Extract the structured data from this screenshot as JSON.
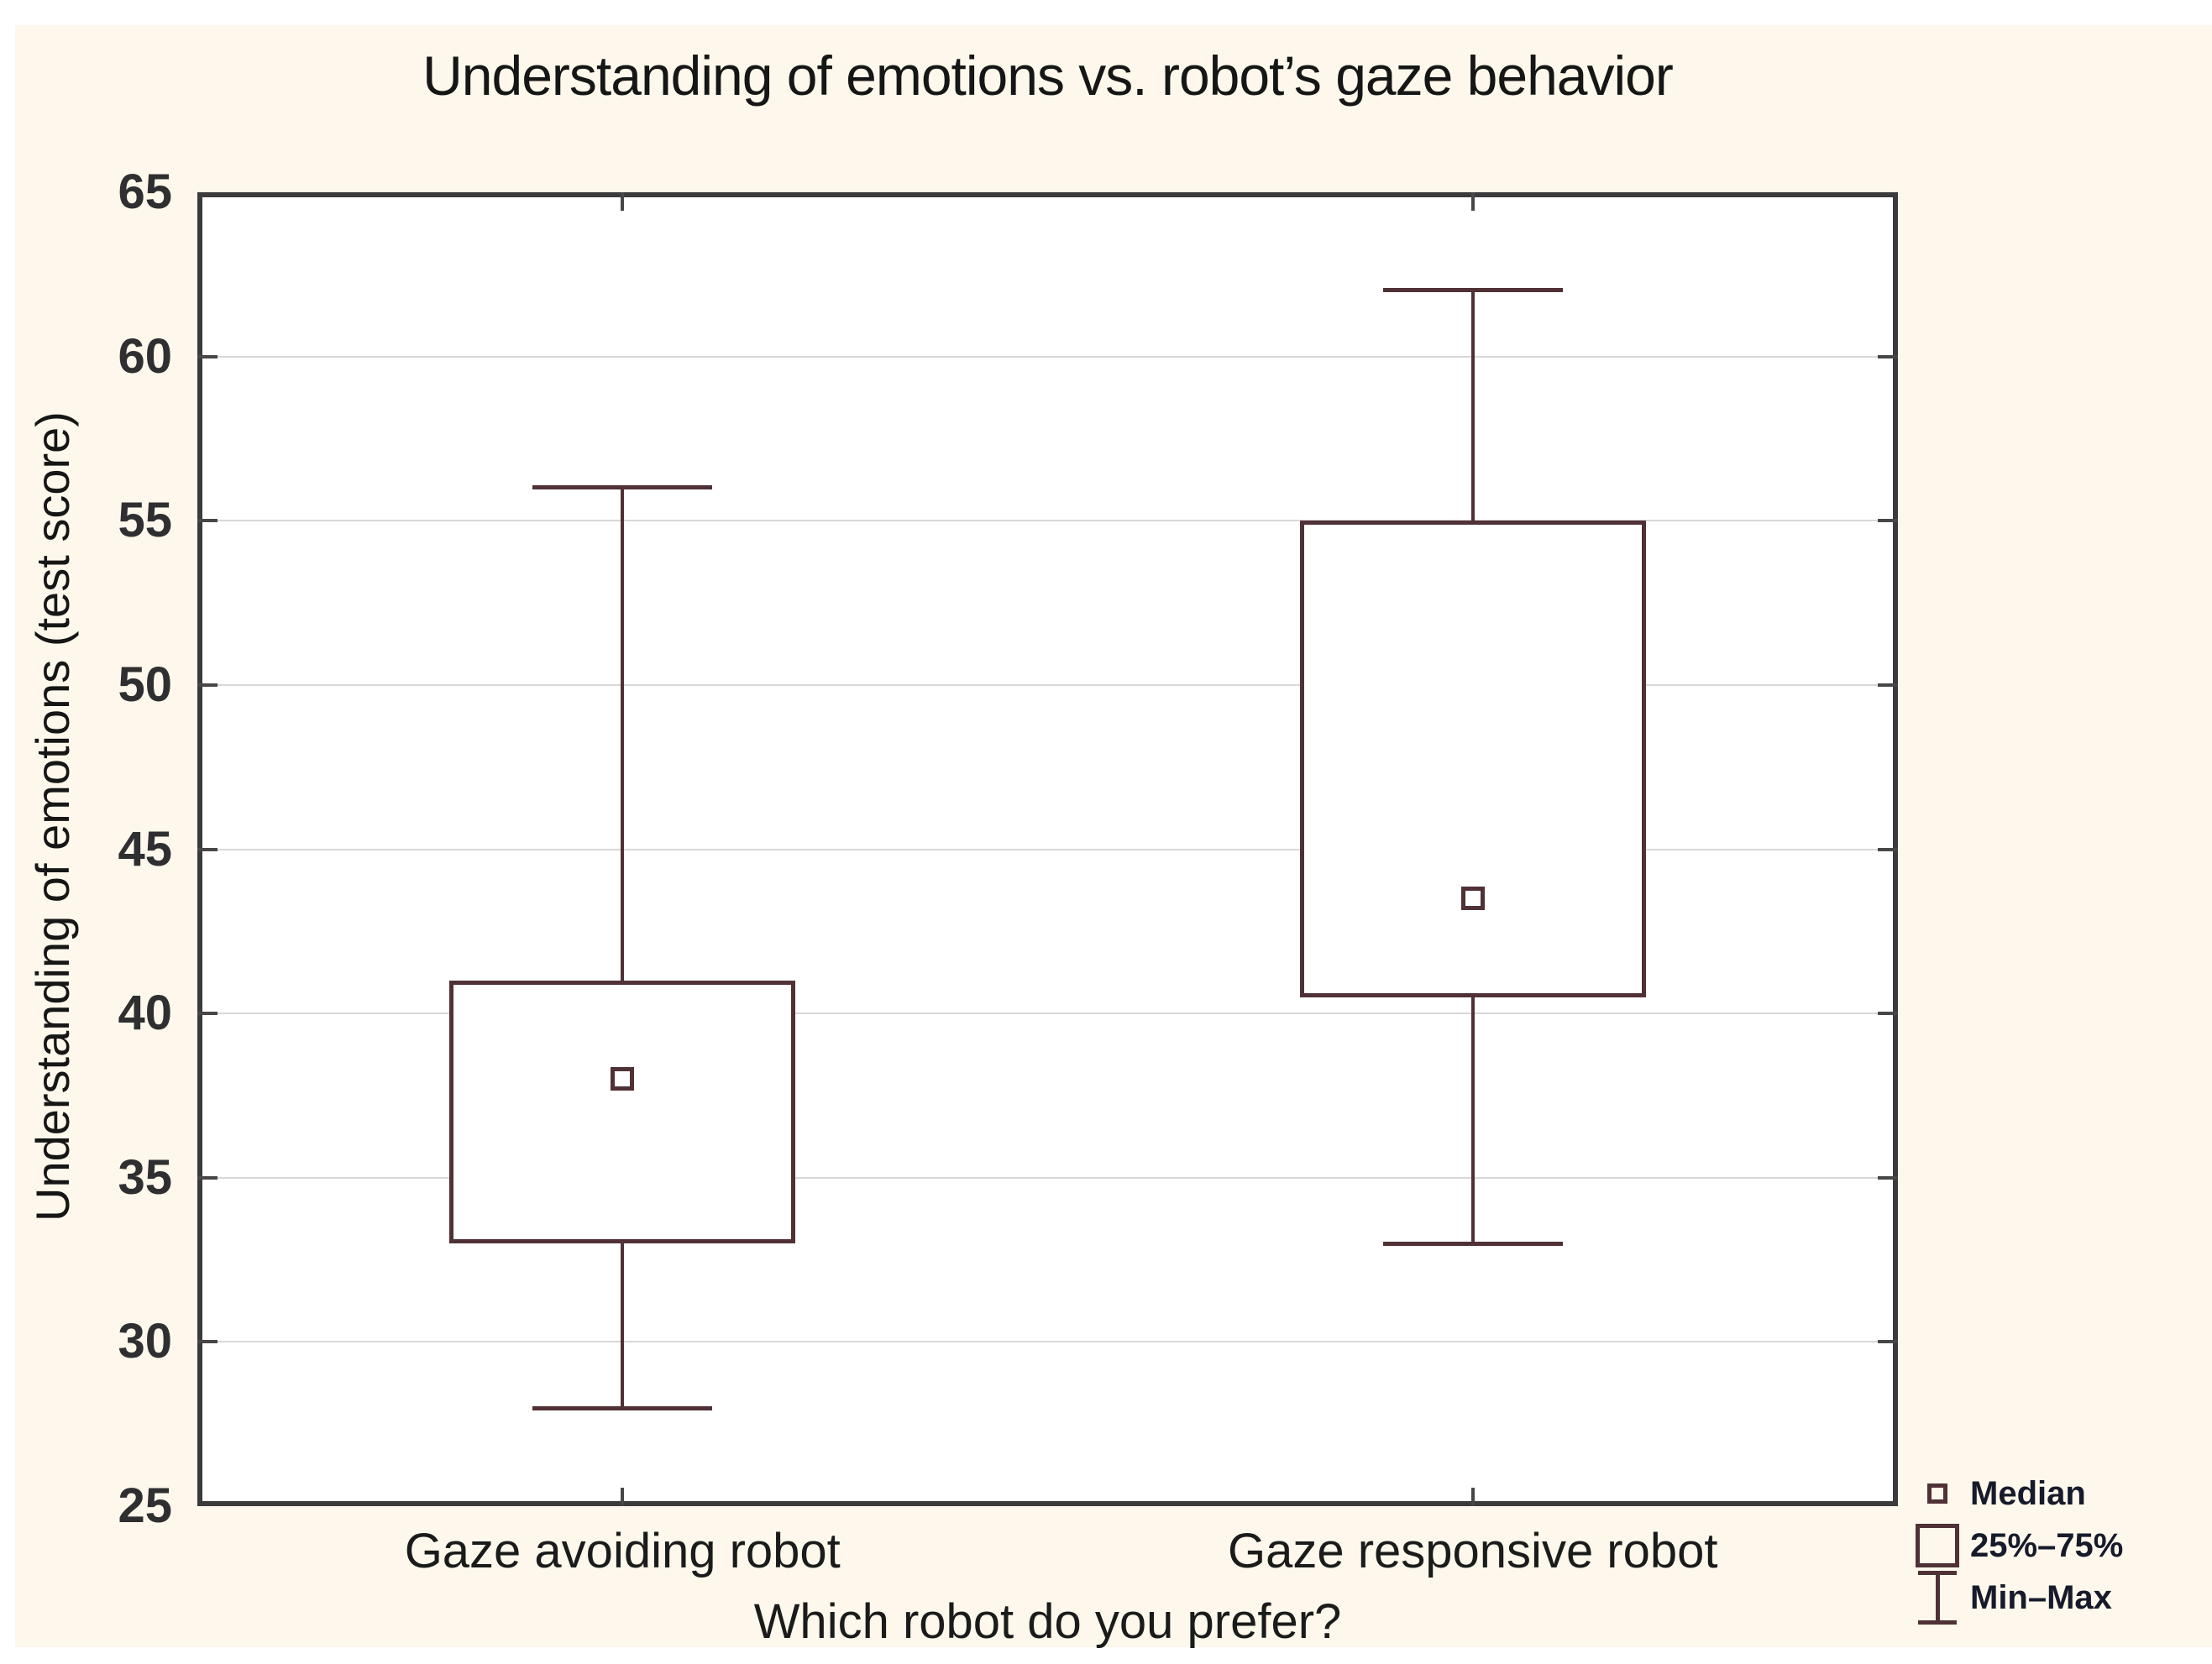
{
  "page": {
    "outer_background": "#ffffff",
    "canvas_background": "#fdf8eb"
  },
  "title": "Understanding of emotions vs. robot’s gaze behavior",
  "y_axis": {
    "title": "Understanding of emotions (test score)",
    "tick_labels": [
      "65",
      "60",
      "55",
      "50",
      "45",
      "40",
      "35",
      "30",
      "25"
    ]
  },
  "x_axis": {
    "title": "Which robot do you prefer?",
    "category_labels": [
      "Gaze avoiding robot",
      "Gaze responsive robot"
    ]
  },
  "legend": {
    "items": [
      {
        "icon": "median-square-icon",
        "label": "Median"
      },
      {
        "icon": "iqr-box-icon",
        "label": "25%–75%"
      },
      {
        "icon": "min-max-whisker-icon",
        "label": "Min–Max"
      }
    ]
  },
  "chart_data": {
    "type": "boxplot",
    "title": "Understanding of emotions vs. robot’s gaze behavior",
    "xlabel": "Which robot do you prefer?",
    "ylabel": "Understanding of emotions (test score)",
    "ylim": [
      25,
      65
    ],
    "y_tick_step": 5,
    "grid": "horizontal",
    "legend_position": "bottom-right",
    "categories": [
      "Gaze avoiding robot",
      "Gaze responsive robot"
    ],
    "series": [
      {
        "name": "Gaze avoiding robot",
        "min": 28,
        "q1": 33,
        "median": 38,
        "q3": 41,
        "max": 56
      },
      {
        "name": "Gaze responsive robot",
        "min": 33,
        "q1": 40.5,
        "median": 43.5,
        "q3": 55,
        "max": 62
      }
    ],
    "colors": {
      "box_stroke": "#4f3136",
      "grid_line": "#d8d8d8",
      "frame": "#3b3b3d",
      "title_text": "#161616",
      "axis_text": "#1b1b1b",
      "tick_text": "#2f2f31",
      "legend_text": "#171a2b",
      "canvas_background": "#fdf8eb",
      "plot_background": "#ffffff"
    }
  }
}
